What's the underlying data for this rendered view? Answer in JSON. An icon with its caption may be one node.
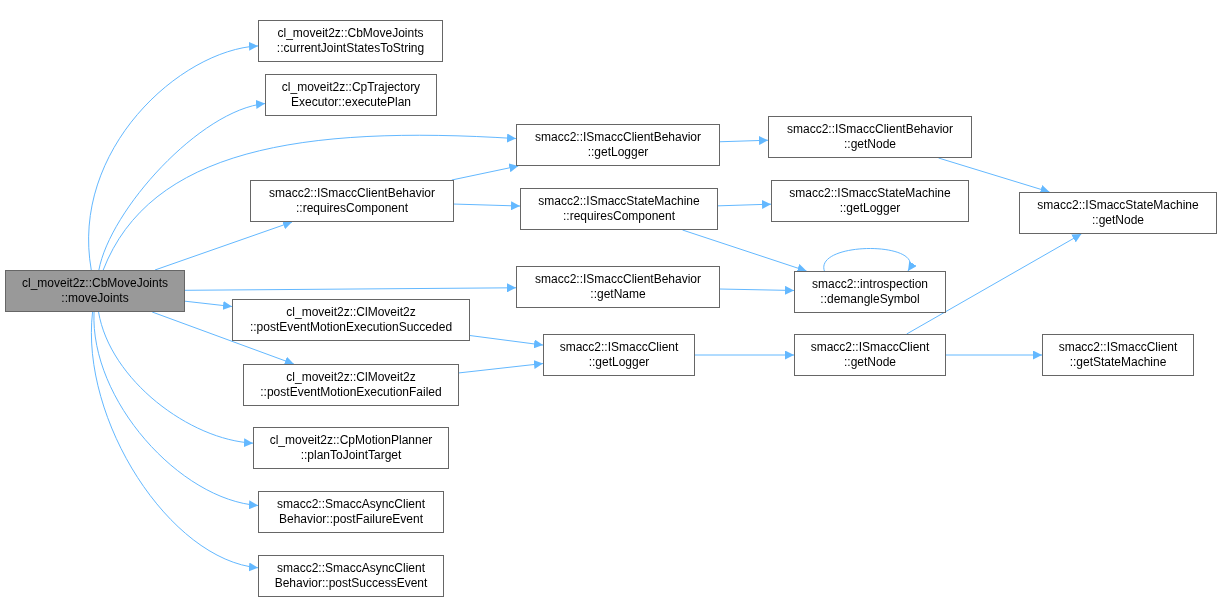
{
  "diagram": {
    "nodes": [
      {
        "text": [
          "cl_moveit2z::CbMoveJoints ::moveJoints"
        ]
      },
      {
        "text": [
          "cl_moveit2z::CbMoveJoints ::currentJointStatesToString"
        ]
      },
      {
        "text": [
          "cl_moveit2z::CpTrajectory Executor::executePlan"
        ]
      },
      {
        "text": [
          "smacc2::ISmaccClientBehavior ::requiresComponent"
        ]
      },
      {
        "text": [
          "cl_moveit2z::ClMoveit2z ::postEventMotionExecutionSucceded"
        ]
      },
      {
        "text": [
          "cl_moveit2z::ClMoveit2z ::postEventMotionExecutionFailed"
        ]
      },
      {
        "text": [
          "cl_moveit2z::CpMotionPlanner ::planToJointTarget"
        ]
      },
      {
        "text": [
          "smacc2::SmaccAsyncClient Behavior::postFailureEvent"
        ]
      },
      {
        "text": [
          "smacc2::SmaccAsyncClient Behavior::postSuccessEvent"
        ]
      },
      {
        "text": [
          "smacc2::ISmaccClientBehavior ::getLogger"
        ]
      },
      {
        "text": [
          "smacc2::ISmaccStateMachine ::requiresComponent"
        ]
      },
      {
        "text": [
          "smacc2::ISmaccClientBehavior ::getName"
        ]
      },
      {
        "text": [
          "smacc2::ISmaccClient ::getLogger"
        ]
      },
      {
        "text": [
          "smacc2::ISmaccClientBehavior ::getNode"
        ]
      },
      {
        "text": [
          "smacc2::ISmaccStateMachine ::getLogger"
        ]
      },
      {
        "text": [
          "smacc2::introspection ::demangleSymbol"
        ]
      },
      {
        "text": [
          "smacc2::ISmaccClient ::getNode"
        ]
      },
      {
        "text": [
          "smacc2::ISmaccStateMachine ::getNode"
        ]
      },
      {
        "text": [
          "smacc2::ISmaccClient ::getStateMachine"
        ]
      }
    ],
    "edges": [
      {
        "from": 0,
        "to": 1,
        "arrow": "to"
      },
      {
        "from": 0,
        "to": 2,
        "arrow": "to"
      },
      {
        "from": 0,
        "to": 9,
        "arrow": "to"
      },
      {
        "from": 0,
        "to": 3,
        "arrow": "to"
      },
      {
        "from": 0,
        "to": 11,
        "arrow": "to"
      },
      {
        "from": 0,
        "to": 4,
        "arrow": "to"
      },
      {
        "from": 0,
        "to": 5,
        "arrow": "to"
      },
      {
        "from": 0,
        "to": 6,
        "arrow": "to"
      },
      {
        "from": 0,
        "to": 7,
        "arrow": "to"
      },
      {
        "from": 0,
        "to": 8,
        "arrow": "to"
      },
      {
        "from": 3,
        "to": 9,
        "arrow": "to"
      },
      {
        "from": 3,
        "to": 10,
        "arrow": "to"
      },
      {
        "from": 9,
        "to": 13,
        "arrow": "to"
      },
      {
        "from": 13,
        "to": 17,
        "arrow": "to"
      },
      {
        "from": 10,
        "to": 14,
        "arrow": "to"
      },
      {
        "from": 10,
        "to": 15,
        "arrow": "to"
      },
      {
        "from": 11,
        "to": 15,
        "arrow": "to"
      },
      {
        "from": 15,
        "to": 15,
        "arrow": "to"
      },
      {
        "from": 4,
        "to": 12,
        "arrow": "to"
      },
      {
        "from": 5,
        "to": 12,
        "arrow": "to"
      },
      {
        "from": 12,
        "to": 16,
        "arrow": "to"
      },
      {
        "from": 16,
        "to": 17,
        "arrow": "to"
      },
      {
        "from": 16,
        "to": 18,
        "arrow": "to"
      }
    ]
  }
}
